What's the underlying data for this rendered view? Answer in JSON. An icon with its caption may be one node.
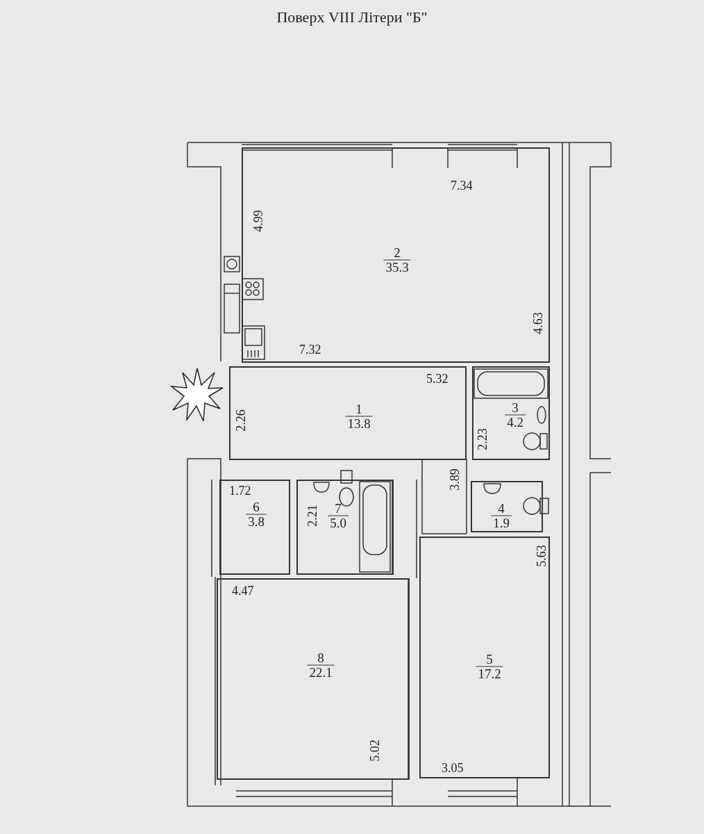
{
  "diagram": {
    "title": "Поверх VIII Літери \"Б\"",
    "nodes": [
      {
        "text": [
          "2",
          "35.3"
        ]
      },
      {
        "text": [
          "1",
          "13.8"
        ]
      },
      {
        "text": [
          "3",
          "4.2"
        ]
      },
      {
        "text": [
          "6",
          "3.8"
        ]
      },
      {
        "text": [
          "7",
          "5.0"
        ]
      },
      {
        "text": [
          "4",
          "1.9"
        ]
      },
      {
        "text": [
          "8",
          "22.1"
        ]
      },
      {
        "text": [
          "5",
          "17.2"
        ]
      }
    ],
    "labels": [
      "7.34",
      "4.99",
      "7.32",
      "4.63",
      "5.32",
      "2.26",
      "2.23",
      "3.89",
      "1.72",
      "2.21",
      "4.47",
      "5.63",
      "5.02",
      "3.05"
    ]
  }
}
